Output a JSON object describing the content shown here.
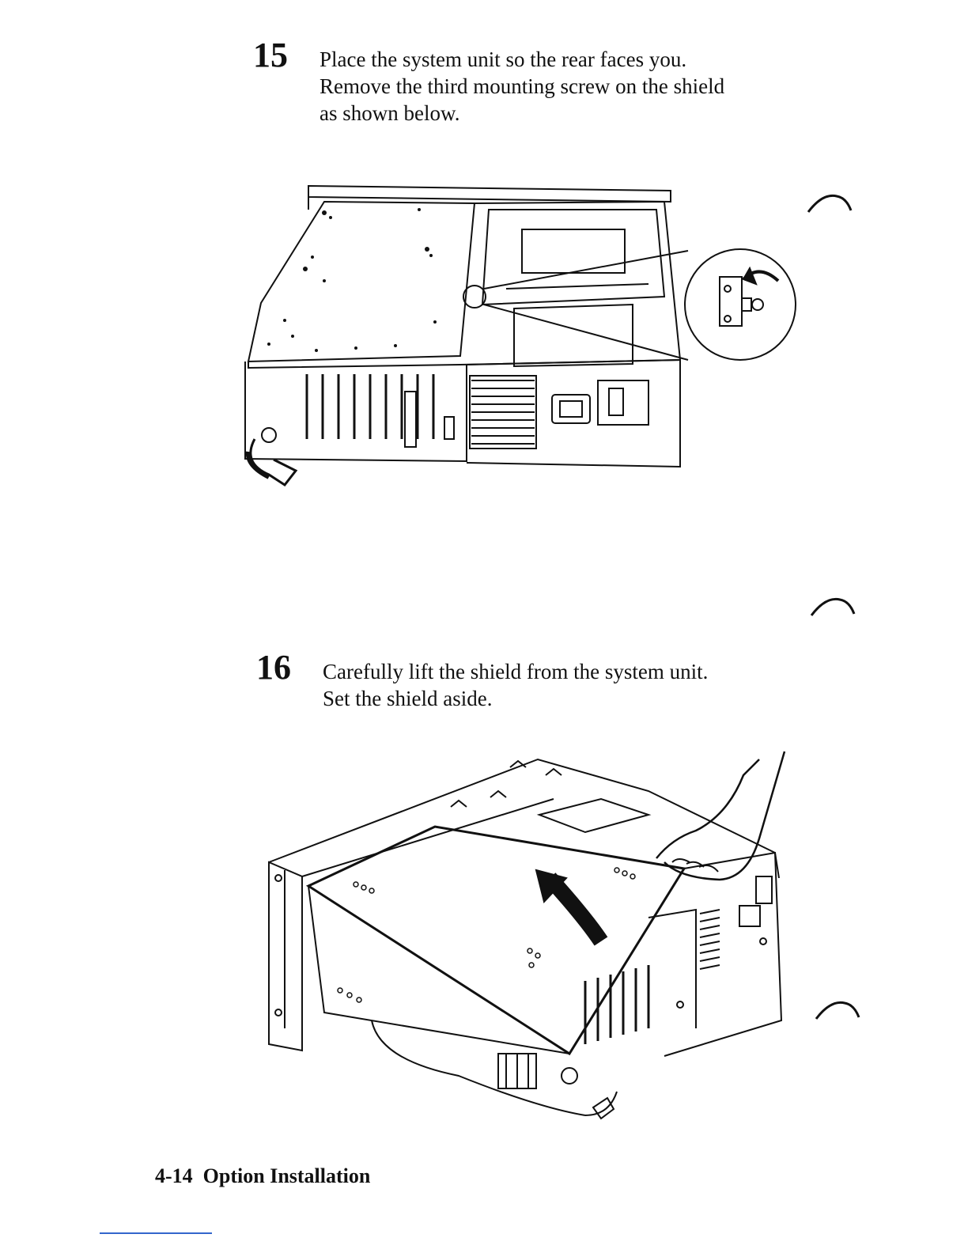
{
  "steps": [
    {
      "number": "15",
      "lines": [
        "Place the system unit so the rear faces you.",
        "Remove the third mounting screw on the shield",
        "as shown below."
      ]
    },
    {
      "number": "16",
      "lines": [
        "Carefully lift the shield from the system unit.",
        "Set the shield aside."
      ]
    }
  ],
  "footer": {
    "page_ref": "4-14",
    "section": "Option Installation"
  },
  "icons": {
    "figure_1": "system-unit-rear-screw-illustration",
    "figure_2": "lift-shield-illustration",
    "margin": "revision-bar-icon"
  }
}
